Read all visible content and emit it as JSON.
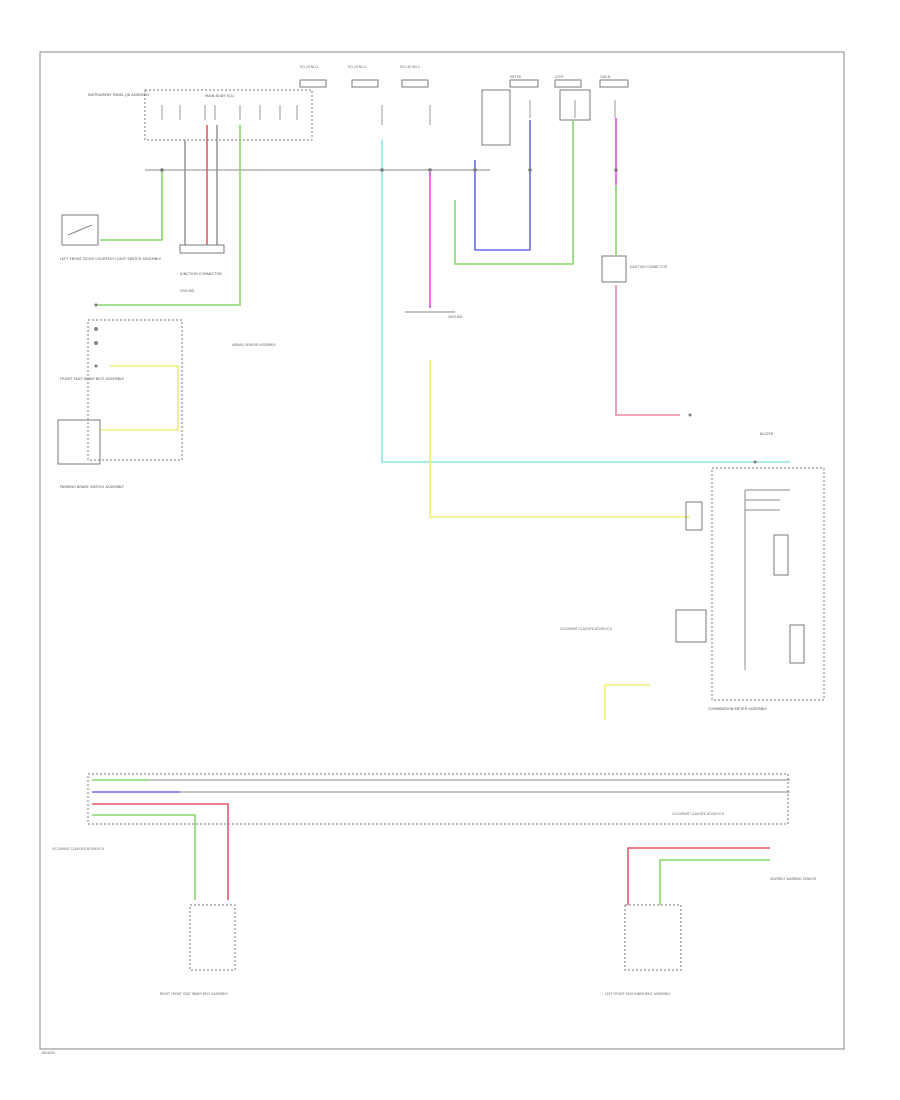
{
  "colors": {
    "green": "#86d86a",
    "yellow": "#f0ef78",
    "cyan": "#8ee3e3",
    "magenta": "#e44ce4",
    "pink": "#f08aa0",
    "blue": "#6b6bf0",
    "red": "#e85a6a",
    "gray": "#8a8a8a"
  },
  "labels": {
    "fuse_block_1": "INSTRUMENT PANEL J/B ASSEMBLY",
    "fuse_1": "ECU-B NO.1",
    "fuse_2": "ECU-B NO.2",
    "fuse_3": "ECU-IG NO.2",
    "fuse_4": "METER",
    "fuse_5": "STOP",
    "fuse_6": "CAN-B",
    "main_body_ecu": "MAIN BODY ECU",
    "door_switch": "LEFT FRONT DOOR COURTESY LIGHT SWITCH ASSEMBLY",
    "joint_conn_a": "JUNCTION CONNECTOR",
    "ground_label": "GROUND",
    "buckle_switch": "FRONT SEAT INNER BELT ASSEMBLY",
    "parking_brake_switch": "PARKING BRAKE SWITCH ASSEMBLY",
    "airbag_ecu_ref": "AIRBAG SENSOR ASSEMBLY",
    "combo_meter": "COMBINATION METER ASSEMBLY",
    "occupant_sensor_ecu": "OCCUPANT CLASSIFICATION ECU",
    "right_belt": "RIGHT FRONT SEAT INNER BELT ASSEMBLY",
    "left_belt": "LEFT FRONT SEAT INNER BELT ASSEMBLY",
    "seat_sensor": "SEATBELT WARNING SENSOR",
    "joint_conn_b": "JUNCTION CONNECTOR",
    "buzzer": "BUZZER",
    "corner_code": "W04000"
  }
}
